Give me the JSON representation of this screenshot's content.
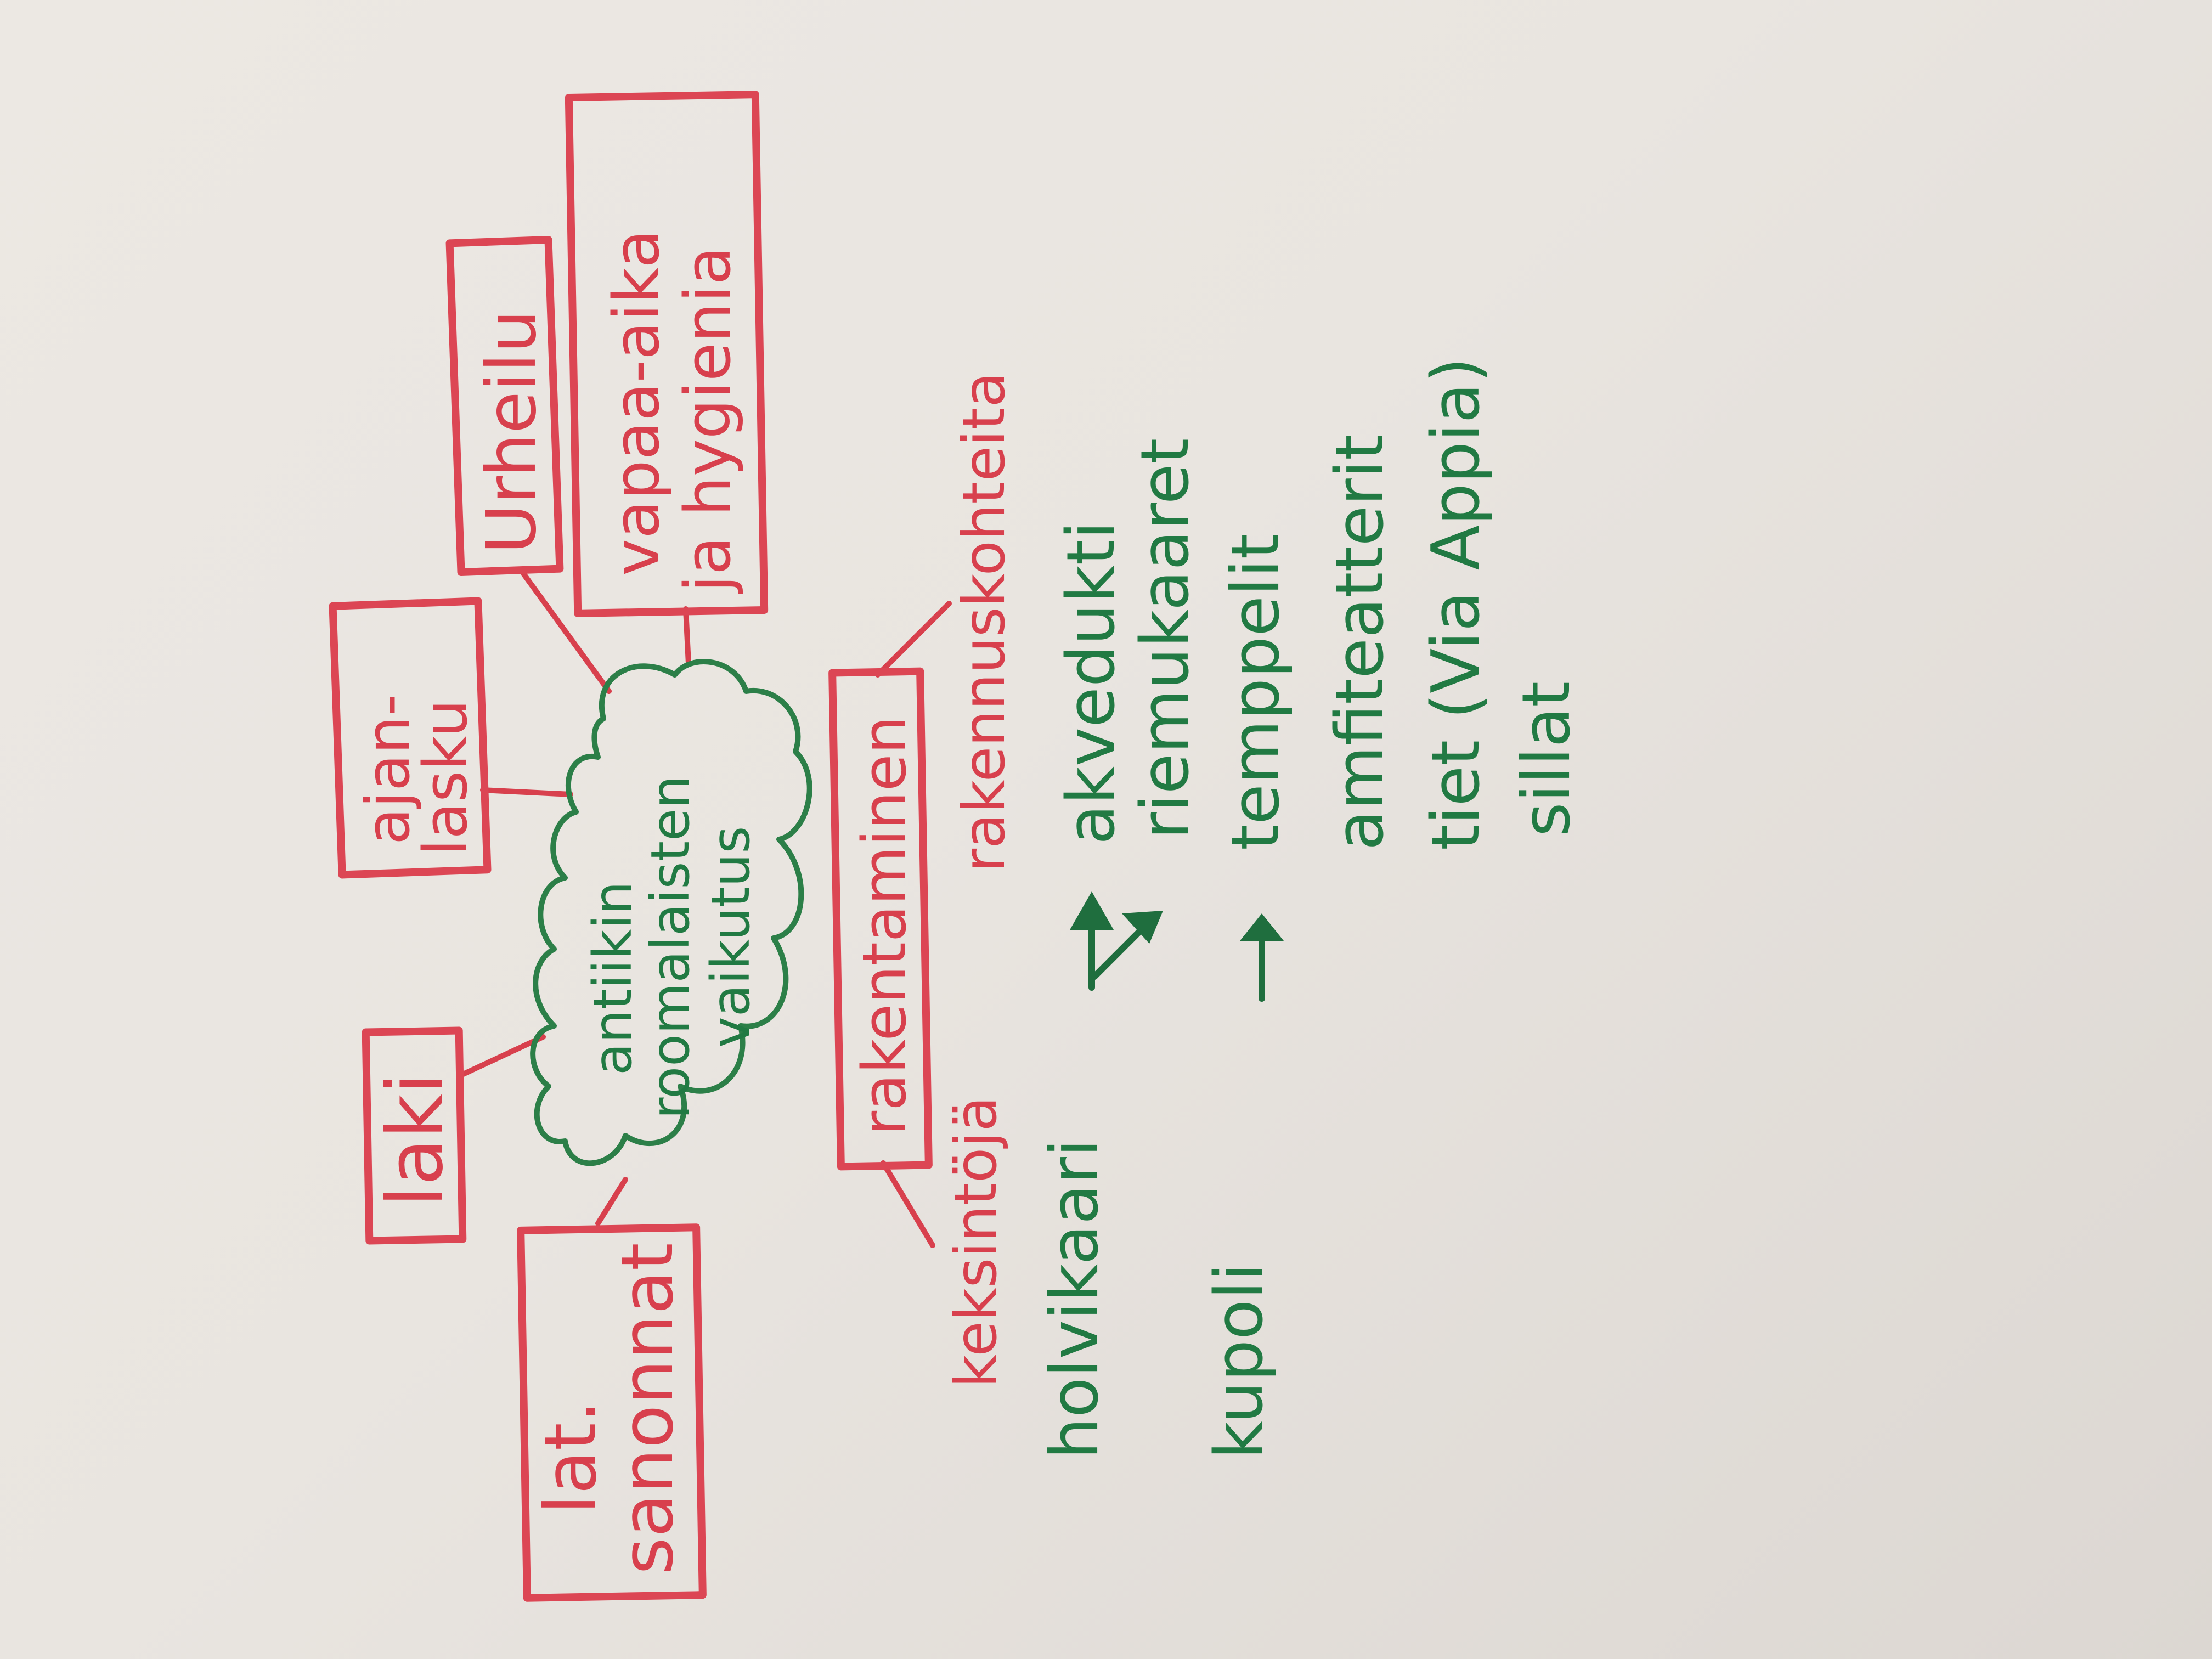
{
  "diagram": {
    "center": [
      "antiikin",
      "roomalaisten",
      "vaikutus"
    ],
    "branches": {
      "laki": "laki",
      "ajanlasku": [
        "ajan-",
        "lasku"
      ],
      "urheilu": "Urheilu",
      "vapaa_aika": [
        "vapaa-aika",
        "ja hygienia"
      ],
      "lat_sanonnat": [
        "lat.",
        "sanonnat"
      ],
      "rakentaminen": "rakentaminen"
    },
    "rakentaminen_sub": {
      "keksintoja": "keksintöjä",
      "rakennuskohteita": "rakennuskohteita"
    },
    "keksinnot": [
      "holvikaari",
      "kupoli"
    ],
    "kohteet": [
      "akvedukti",
      "riemukaaret",
      "temppelit",
      "amfiteatterit",
      "tiet  (Via Appia)",
      "sillat"
    ],
    "colors": {
      "red": "#d8404d",
      "green": "#217a43",
      "paper": "#ece8e3"
    }
  }
}
